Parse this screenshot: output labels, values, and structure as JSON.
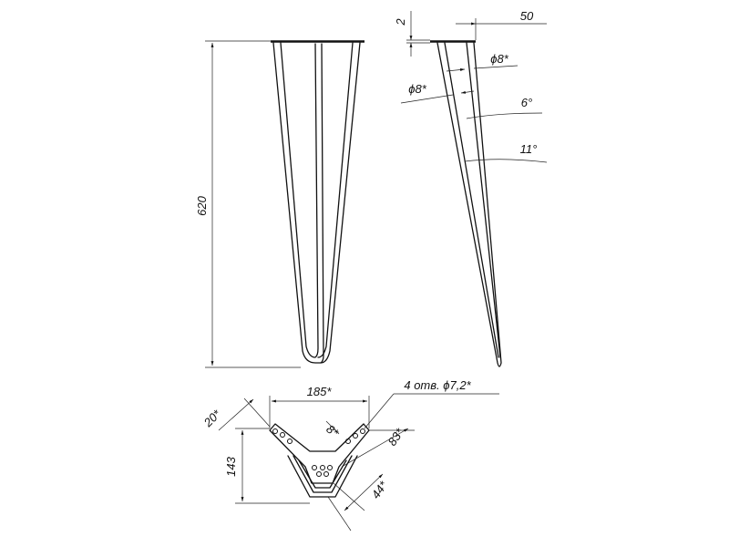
{
  "dimensions": {
    "height_620": "620",
    "plate_thickness": "2",
    "offset_50": "50",
    "rod_dia_right": "ϕ8*",
    "rod_dia_left": "ϕ8*",
    "angle_6": "6°",
    "angle_11": "11°",
    "width_185": "185*",
    "holes": "4 отв. ϕ7,2*",
    "angle_20": "20*",
    "gap_8": "8*",
    "length_83": "83*",
    "height_143": "143",
    "length_44": "44*"
  }
}
